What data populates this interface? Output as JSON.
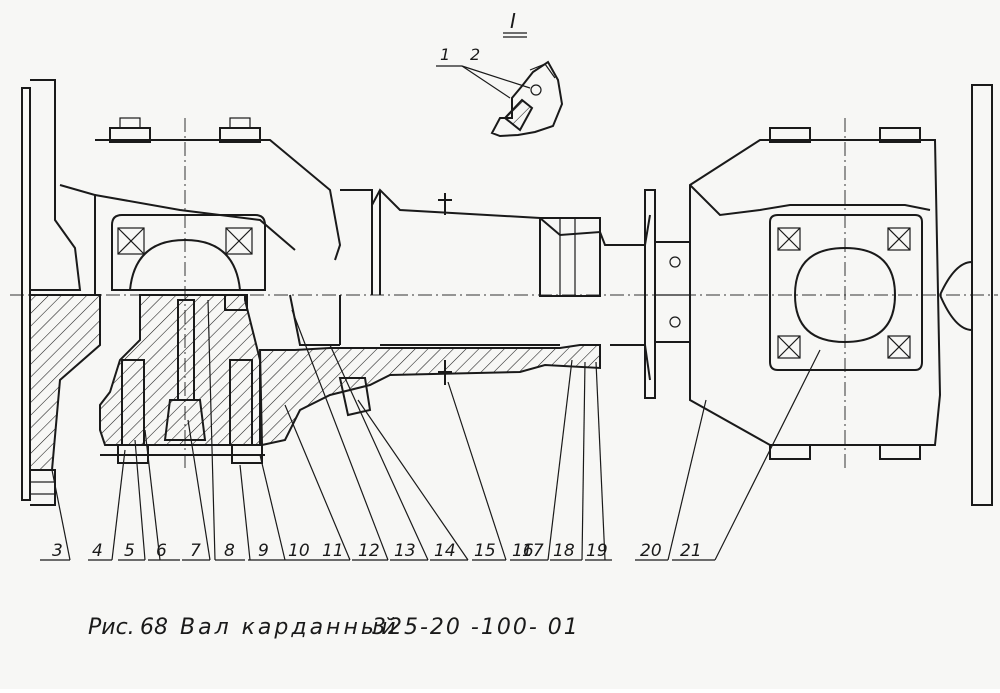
{
  "detail_label": "I",
  "detail_callouts": [
    "1",
    "2"
  ],
  "callouts": [
    "3",
    "4",
    "5",
    "6",
    "7",
    "8",
    "9",
    "10",
    "11",
    "12",
    "13",
    "14",
    "15",
    "16",
    "17",
    "18",
    "19",
    "20",
    "21"
  ],
  "caption": {
    "prefix": "Рис.",
    "number": "68",
    "title": "Вал карданный",
    "code": "325-20 -100- 01"
  }
}
